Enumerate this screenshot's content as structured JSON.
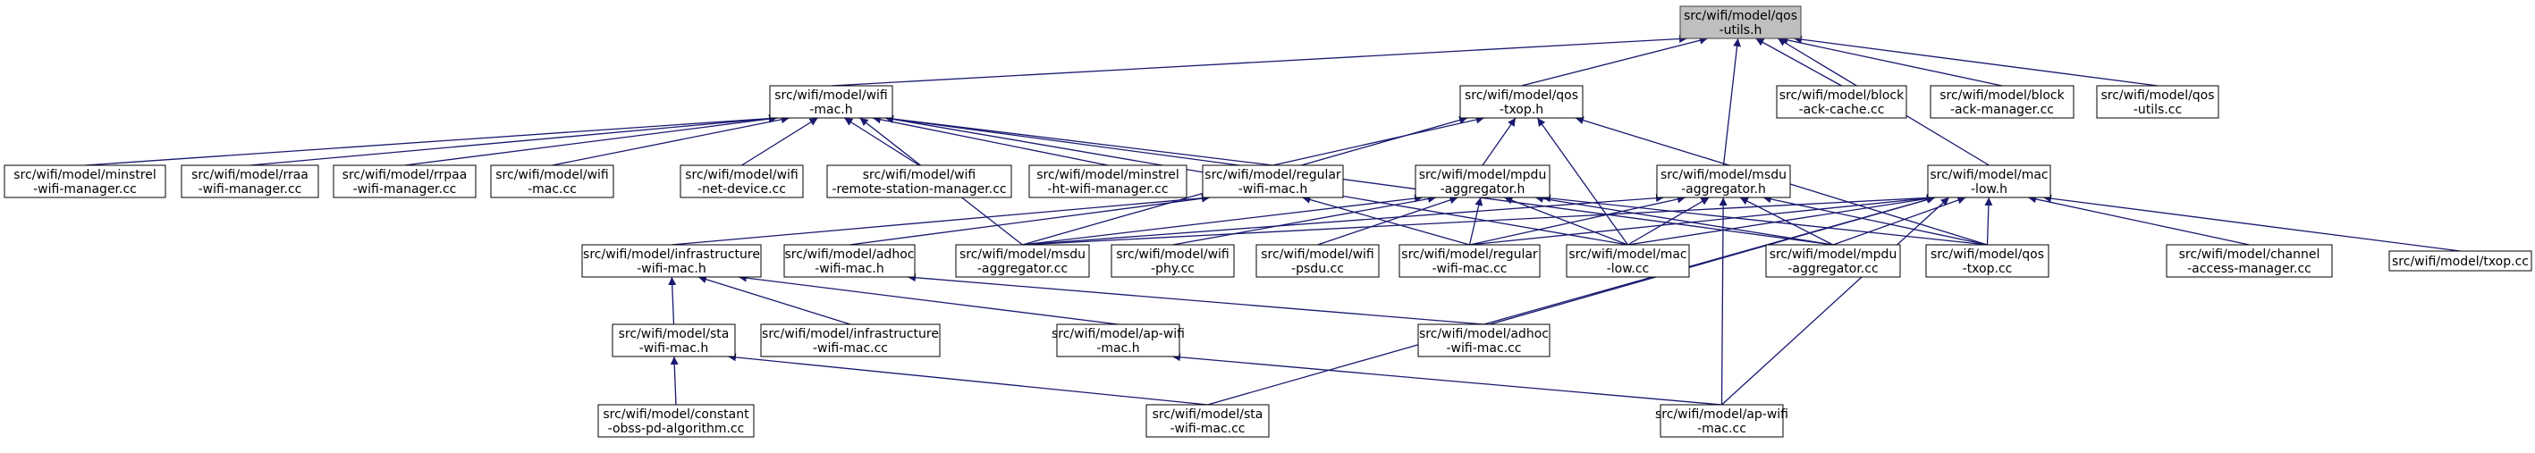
{
  "graph": {
    "focus_node": "src/wifi/model/qos-utils.h",
    "colors": {
      "edge": "#191970",
      "focus_fill": "#bfbfbf",
      "node_fill": "#ffffff"
    },
    "nodes": [
      {
        "id": "qos-utils-h",
        "lines": [
          "src/wifi/model/qos",
          "-utils.h"
        ]
      },
      {
        "id": "wifi-mac-h",
        "lines": [
          "src/wifi/model/wifi",
          "-mac.h"
        ]
      },
      {
        "id": "qos-txop-h",
        "lines": [
          "src/wifi/model/qos",
          "-txop.h"
        ]
      },
      {
        "id": "block-ack-cache-cc",
        "lines": [
          "src/wifi/model/block",
          "-ack-cache.cc"
        ]
      },
      {
        "id": "block-ack-manager-cc",
        "lines": [
          "src/wifi/model/block",
          "-ack-manager.cc"
        ]
      },
      {
        "id": "qos-utils-cc",
        "lines": [
          "src/wifi/model/qos",
          "-utils.cc"
        ]
      },
      {
        "id": "minstrel-wifi-manager-cc",
        "lines": [
          "src/wifi/model/minstrel",
          "-wifi-manager.cc"
        ]
      },
      {
        "id": "rraa-wifi-manager-cc",
        "lines": [
          "src/wifi/model/rraa",
          "-wifi-manager.cc"
        ]
      },
      {
        "id": "rrpaa-wifi-manager-cc",
        "lines": [
          "src/wifi/model/rrpaa",
          "-wifi-manager.cc"
        ]
      },
      {
        "id": "wifi-mac-cc",
        "lines": [
          "src/wifi/model/wifi",
          "-mac.cc"
        ]
      },
      {
        "id": "wifi-net-device-cc",
        "lines": [
          "src/wifi/model/wifi",
          "-net-device.cc"
        ]
      },
      {
        "id": "wifi-remote-station-manager-cc",
        "lines": [
          "src/wifi/model/wifi",
          "-remote-station-manager.cc"
        ]
      },
      {
        "id": "minstrel-ht-wifi-manager-cc",
        "lines": [
          "src/wifi/model/minstrel",
          "-ht-wifi-manager.cc"
        ]
      },
      {
        "id": "regular-wifi-mac-h",
        "lines": [
          "src/wifi/model/regular",
          "-wifi-mac.h"
        ]
      },
      {
        "id": "mpdu-aggregator-h",
        "lines": [
          "src/wifi/model/mpdu",
          "-aggregator.h"
        ]
      },
      {
        "id": "msdu-aggregator-h",
        "lines": [
          "src/wifi/model/msdu",
          "-aggregator.h"
        ]
      },
      {
        "id": "mac-low-h",
        "lines": [
          "src/wifi/model/mac",
          "-low.h"
        ]
      },
      {
        "id": "infrastructure-wifi-mac-h",
        "lines": [
          "src/wifi/model/infrastructure",
          "-wifi-mac.h"
        ]
      },
      {
        "id": "adhoc-wifi-mac-h",
        "lines": [
          "src/wifi/model/adhoc",
          "-wifi-mac.h"
        ]
      },
      {
        "id": "msdu-aggregator-cc",
        "lines": [
          "src/wifi/model/msdu",
          "-aggregator.cc"
        ]
      },
      {
        "id": "wifi-phy-cc",
        "lines": [
          "src/wifi/model/wifi",
          "-phy.cc"
        ]
      },
      {
        "id": "wifi-psdu-cc",
        "lines": [
          "src/wifi/model/wifi",
          "-psdu.cc"
        ]
      },
      {
        "id": "regular-wifi-mac-cc",
        "lines": [
          "src/wifi/model/regular",
          "-wifi-mac.cc"
        ]
      },
      {
        "id": "mac-low-cc",
        "lines": [
          "src/wifi/model/mac",
          "-low.cc"
        ]
      },
      {
        "id": "mpdu-aggregator-cc",
        "lines": [
          "src/wifi/model/mpdu",
          "-aggregator.cc"
        ]
      },
      {
        "id": "qos-txop-cc",
        "lines": [
          "src/wifi/model/qos",
          "-txop.cc"
        ]
      },
      {
        "id": "channel-access-manager-cc",
        "lines": [
          "src/wifi/model/channel",
          "-access-manager.cc"
        ]
      },
      {
        "id": "txop-cc",
        "lines": [
          "src/wifi/model/txop.cc"
        ]
      },
      {
        "id": "sta-wifi-mac-h",
        "lines": [
          "src/wifi/model/sta",
          "-wifi-mac.h"
        ]
      },
      {
        "id": "infrastructure-wifi-mac-cc",
        "lines": [
          "src/wifi/model/infrastructure",
          "-wifi-mac.cc"
        ]
      },
      {
        "id": "ap-wifi-mac-h",
        "lines": [
          "src/wifi/model/ap-wifi",
          "-mac.h"
        ]
      },
      {
        "id": "adhoc-wifi-mac-cc",
        "lines": [
          "src/wifi/model/adhoc",
          "-wifi-mac.cc"
        ]
      },
      {
        "id": "constant-obss-pd-algorithm-cc",
        "lines": [
          "src/wifi/model/constant",
          "-obss-pd-algorithm.cc"
        ]
      },
      {
        "id": "sta-wifi-mac-cc",
        "lines": [
          "src/wifi/model/sta",
          "-wifi-mac.cc"
        ]
      },
      {
        "id": "ap-wifi-mac-cc",
        "lines": [
          "src/wifi/model/ap-wifi",
          "-mac.cc"
        ]
      }
    ],
    "edges": [
      {
        "from": "qos-utils-h",
        "to": "wifi-mac-h"
      },
      {
        "from": "qos-utils-h",
        "to": "qos-txop-h"
      },
      {
        "from": "qos-utils-h",
        "to": "block-ack-cache-cc"
      },
      {
        "from": "qos-utils-h",
        "to": "block-ack-manager-cc"
      },
      {
        "from": "qos-utils-h",
        "to": "qos-utils-cc"
      },
      {
        "from": "qos-utils-h",
        "to": "msdu-aggregator-h"
      },
      {
        "from": "qos-utils-h",
        "to": "mac-low-h"
      },
      {
        "from": "wifi-mac-h",
        "to": "minstrel-wifi-manager-cc"
      },
      {
        "from": "wifi-mac-h",
        "to": "rraa-wifi-manager-cc"
      },
      {
        "from": "wifi-mac-h",
        "to": "rrpaa-wifi-manager-cc"
      },
      {
        "from": "wifi-mac-h",
        "to": "wifi-mac-cc"
      },
      {
        "from": "wifi-mac-h",
        "to": "wifi-net-device-cc"
      },
      {
        "from": "wifi-mac-h",
        "to": "wifi-remote-station-manager-cc"
      },
      {
        "from": "wifi-mac-h",
        "to": "minstrel-ht-wifi-manager-cc"
      },
      {
        "from": "wifi-mac-h",
        "to": "regular-wifi-mac-h"
      },
      {
        "from": "wifi-mac-h",
        "to": "msdu-aggregator-cc"
      },
      {
        "from": "wifi-mac-h",
        "to": "mac-low-cc"
      },
      {
        "from": "wifi-mac-h",
        "to": "mpdu-aggregator-cc"
      },
      {
        "from": "qos-txop-h",
        "to": "regular-wifi-mac-h"
      },
      {
        "from": "qos-txop-h",
        "to": "mpdu-aggregator-h"
      },
      {
        "from": "qos-txop-h",
        "to": "msdu-aggregator-cc"
      },
      {
        "from": "qos-txop-h",
        "to": "mac-low-cc"
      },
      {
        "from": "qos-txop-h",
        "to": "qos-txop-cc"
      },
      {
        "from": "regular-wifi-mac-h",
        "to": "infrastructure-wifi-mac-h"
      },
      {
        "from": "regular-wifi-mac-h",
        "to": "adhoc-wifi-mac-h"
      },
      {
        "from": "regular-wifi-mac-h",
        "to": "regular-wifi-mac-cc"
      },
      {
        "from": "mpdu-aggregator-h",
        "to": "msdu-aggregator-cc"
      },
      {
        "from": "mpdu-aggregator-h",
        "to": "wifi-phy-cc"
      },
      {
        "from": "mpdu-aggregator-h",
        "to": "wifi-psdu-cc"
      },
      {
        "from": "mpdu-aggregator-h",
        "to": "regular-wifi-mac-cc"
      },
      {
        "from": "mpdu-aggregator-h",
        "to": "mac-low-cc"
      },
      {
        "from": "mpdu-aggregator-h",
        "to": "mpdu-aggregator-cc"
      },
      {
        "from": "mpdu-aggregator-h",
        "to": "qos-txop-cc"
      },
      {
        "from": "msdu-aggregator-h",
        "to": "msdu-aggregator-cc"
      },
      {
        "from": "msdu-aggregator-h",
        "to": "regular-wifi-mac-cc"
      },
      {
        "from": "msdu-aggregator-h",
        "to": "mac-low-cc"
      },
      {
        "from": "msdu-aggregator-h",
        "to": "mpdu-aggregator-cc"
      },
      {
        "from": "msdu-aggregator-h",
        "to": "qos-txop-cc"
      },
      {
        "from": "msdu-aggregator-h",
        "to": "ap-wifi-mac-cc"
      },
      {
        "from": "mac-low-h",
        "to": "msdu-aggregator-cc"
      },
      {
        "from": "mac-low-h",
        "to": "regular-wifi-mac-cc"
      },
      {
        "from": "mac-low-h",
        "to": "mac-low-cc"
      },
      {
        "from": "mac-low-h",
        "to": "mpdu-aggregator-cc"
      },
      {
        "from": "mac-low-h",
        "to": "qos-txop-cc"
      },
      {
        "from": "mac-low-h",
        "to": "channel-access-manager-cc"
      },
      {
        "from": "mac-low-h",
        "to": "txop-cc"
      },
      {
        "from": "mac-low-h",
        "to": "adhoc-wifi-mac-cc"
      },
      {
        "from": "mac-low-h",
        "to": "sta-wifi-mac-cc"
      },
      {
        "from": "mac-low-h",
        "to": "ap-wifi-mac-cc"
      },
      {
        "from": "infrastructure-wifi-mac-h",
        "to": "sta-wifi-mac-h"
      },
      {
        "from": "infrastructure-wifi-mac-h",
        "to": "infrastructure-wifi-mac-cc"
      },
      {
        "from": "infrastructure-wifi-mac-h",
        "to": "ap-wifi-mac-h"
      },
      {
        "from": "adhoc-wifi-mac-h",
        "to": "adhoc-wifi-mac-cc"
      },
      {
        "from": "sta-wifi-mac-h",
        "to": "constant-obss-pd-algorithm-cc"
      },
      {
        "from": "sta-wifi-mac-h",
        "to": "sta-wifi-mac-cc"
      },
      {
        "from": "ap-wifi-mac-h",
        "to": "ap-wifi-mac-cc"
      }
    ]
  }
}
